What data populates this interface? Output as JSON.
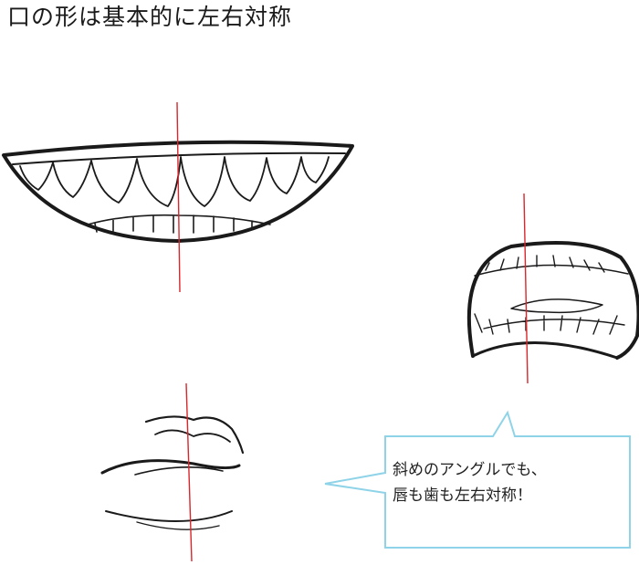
{
  "title": "口の形は基本的に左右対称",
  "callout": {
    "line1": "斜めのアングルでも、",
    "line2": "唇も歯も左右対称！"
  },
  "colors": {
    "guide_line": "#d9262b",
    "callout_border": "#8fd3e8",
    "ink": "#1a1a1a"
  }
}
